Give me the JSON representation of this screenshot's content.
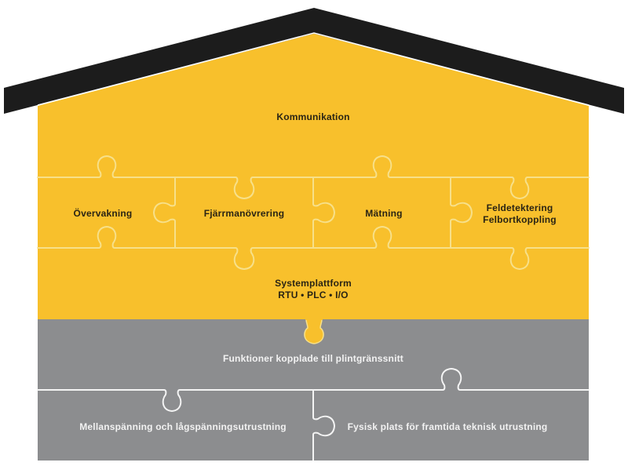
{
  "diagram": {
    "title": "System house",
    "colors": {
      "roof": "#1c1c1c",
      "upper": "#f8c02c",
      "lower": "#8c8d8f",
      "seam_upper": "#f7e08a",
      "seam_lower": "#f4f4f4"
    },
    "roof": {
      "label": ""
    },
    "top_block": {
      "label": "Kommunikation"
    },
    "function_row": [
      {
        "lines": [
          "Övervakning"
        ]
      },
      {
        "lines": [
          "Fjärrmanövrering"
        ]
      },
      {
        "lines": [
          "Mätning"
        ]
      },
      {
        "lines": [
          "Feldetektering",
          "Felbortkoppling"
        ]
      }
    ],
    "platform": {
      "lines": [
        "Systemplattform",
        "RTU • PLC • I/O"
      ]
    },
    "terminal_block": {
      "label": "Funktioner kopplade till plintgränssnitt"
    },
    "foundation": [
      {
        "label": "Mellanspänning och lågspänningsutrustning"
      },
      {
        "label": "Fysisk plats för framtida teknisk utrustning"
      }
    ]
  }
}
